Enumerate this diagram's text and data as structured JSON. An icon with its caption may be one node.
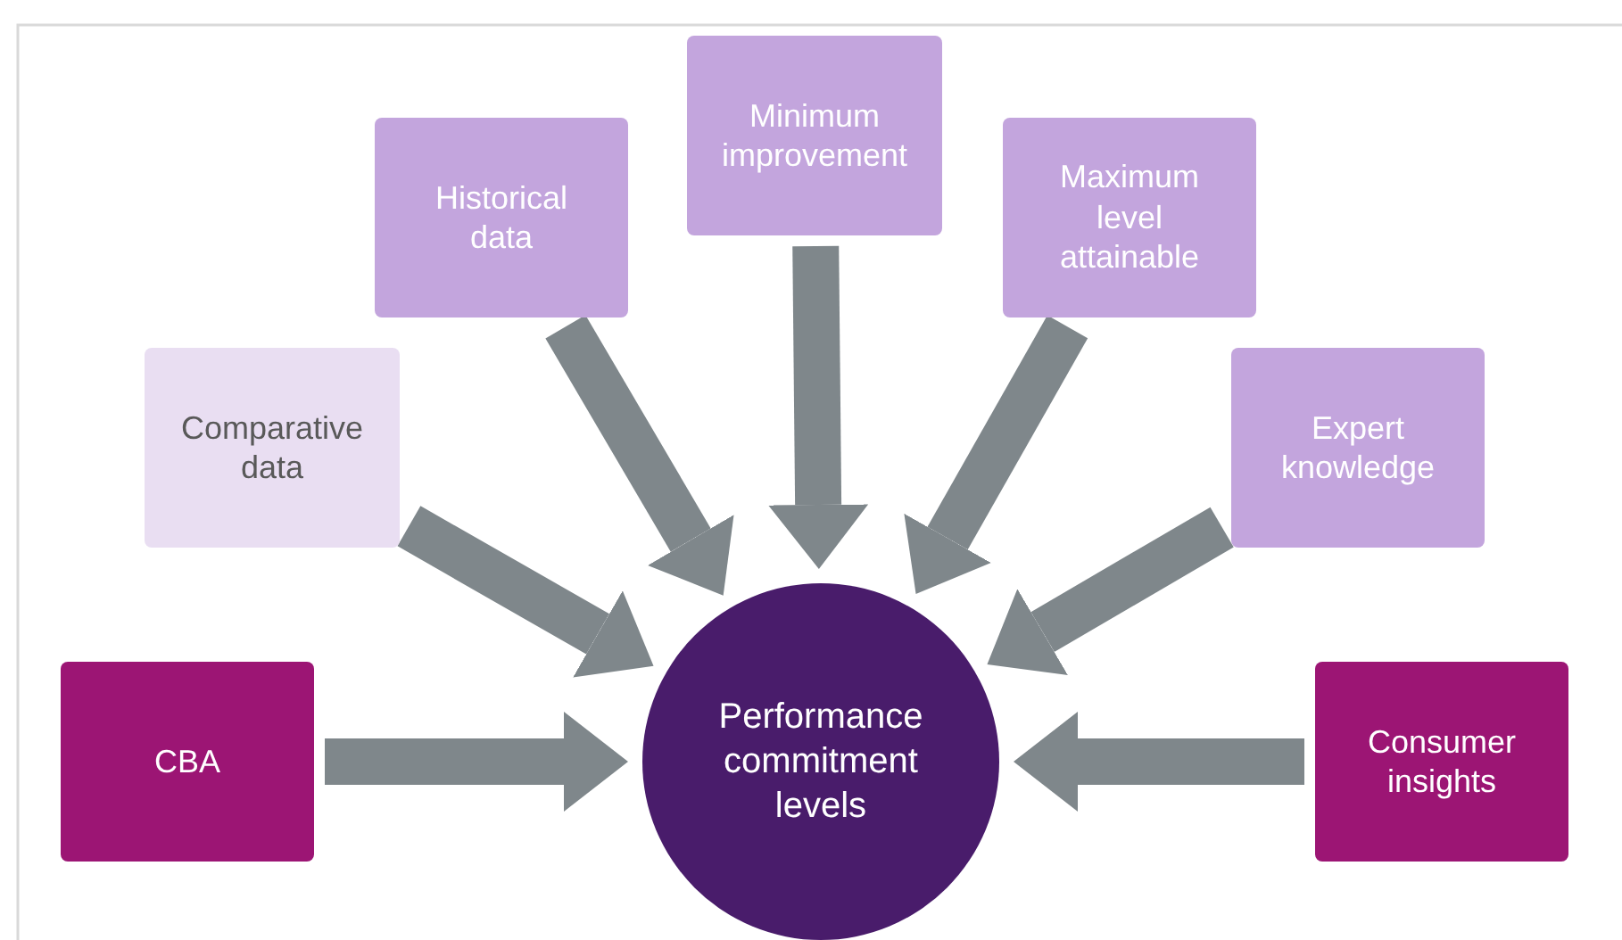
{
  "diagram": {
    "nodes": [
      {
        "text": [
          "Performance commitment levels"
        ]
      },
      {
        "text": [
          "CBA"
        ]
      },
      {
        "text": [
          "Comparative data"
        ]
      },
      {
        "text": [
          "Historical data"
        ]
      },
      {
        "text": [
          "Minimum improvement"
        ]
      },
      {
        "text": [
          "Maximum level attainable"
        ]
      },
      {
        "text": [
          "Expert knowledge"
        ]
      },
      {
        "text": [
          "Consumer insights"
        ]
      }
    ],
    "edges": [
      {
        "from": 1,
        "to": 0,
        "arrow": "to"
      },
      {
        "from": 2,
        "to": 0,
        "arrow": "to"
      },
      {
        "from": 3,
        "to": 0,
        "arrow": "to"
      },
      {
        "from": 4,
        "to": 0,
        "arrow": "to"
      },
      {
        "from": 5,
        "to": 0,
        "arrow": "to"
      },
      {
        "from": 6,
        "to": 0,
        "arrow": "to"
      },
      {
        "from": 7,
        "to": 0,
        "arrow": "to"
      }
    ]
  }
}
